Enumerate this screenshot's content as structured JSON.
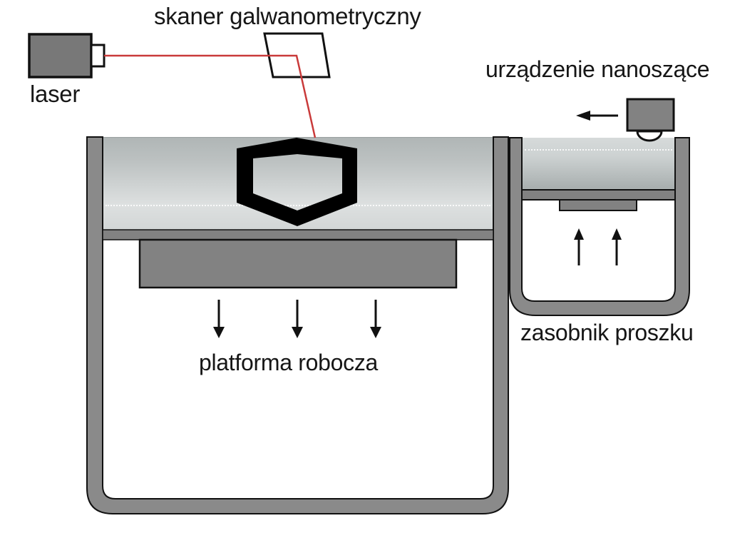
{
  "labels": {
    "scanner_title": "skaner galwanometryczny",
    "laser": "laser",
    "recoater_device": "urządzenie nanoszące",
    "work_platform": "platforma robocza",
    "powder_reservoir": "zasobnik proszku"
  },
  "colors": {
    "laser_body_gray": "#787878",
    "container_wall_gray": "#8a8a8a",
    "piston_plate_gray": "#828282",
    "powder_top_gray": "#b0b6b6",
    "powder_light_gray": "#dde0e0",
    "laser_beam_red": "#c93a3a",
    "outline_black": "#111111",
    "scan_shape_black": "#000000"
  },
  "icons": {
    "down_arrows_count": 3,
    "up_arrows_count": 2,
    "left_arrow_count": 1
  }
}
